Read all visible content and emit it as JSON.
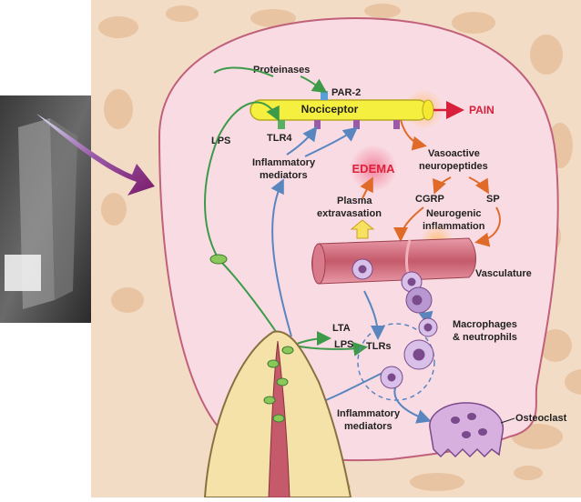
{
  "labels": {
    "proteinases": "Proteinases",
    "par2": "PAR-2",
    "nociceptor": "Nociceptor",
    "pain": "PAIN",
    "lps_top": "LPS",
    "tlr4": "TLR4",
    "inflammatory_mediators_top": [
      "Inflammatory",
      "mediators"
    ],
    "vasoactive_neuropeptides": [
      "Vasoactive",
      "neuropeptides"
    ],
    "edema": "EDEMA",
    "cgrp": "CGRP",
    "sp": "SP",
    "plasma_extravasation": [
      "Plasma",
      "extravasation"
    ],
    "neurogenic_inflammation": [
      "Neurogenic",
      "inflammation"
    ],
    "vasculature": "Vasculature",
    "lta": "LTA",
    "lps_bottom": "LPS",
    "tlrs": "TLRs",
    "macrophages_neutrophils": [
      "Macrophages",
      "& neutrophils"
    ],
    "inflammatory_mediators_bottom": [
      "Inflammatory",
      "mediators"
    ],
    "osteoclast": "Osteoclast"
  },
  "colors": {
    "lesion_fill": "#f9dbe3",
    "lesion_stroke": "#c0607a",
    "bone_bg": "#f3dcc6",
    "bone_spot": "#e8c4a2",
    "nociceptor_fill": "#f5f040",
    "pain_red": "#d8203a",
    "green_arrow": "#3d9a48",
    "blue_arrow": "#5a86c0",
    "orange_arrow": "#e06a28",
    "edema_red": "#e0203a",
    "vessel": "#c45a6a",
    "cell_purple": "#7a4a8c",
    "tooth": "#f4e2a8"
  },
  "icons": {
    "xray": "dental-xray-image",
    "arrow": "purple-arrow-icon"
  }
}
